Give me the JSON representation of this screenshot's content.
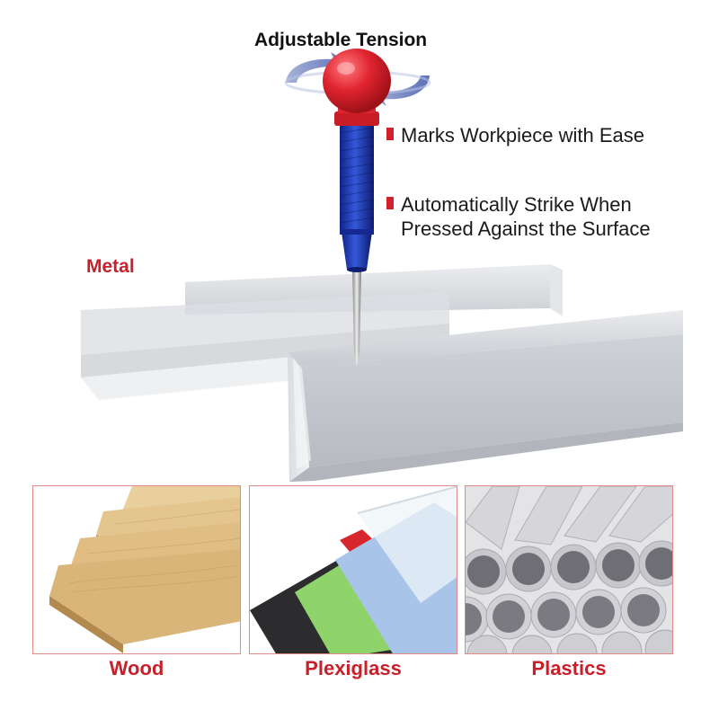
{
  "product": {
    "title": "Adjustable Tension",
    "features": [
      "Marks Workpiece with Ease",
      "Automatically Strike When Pressed Against the Surface"
    ],
    "metal_label": "Metal"
  },
  "materials": [
    {
      "label": "Wood"
    },
    {
      "label": "Plexiglass"
    },
    {
      "label": "Plastics"
    }
  ],
  "colors": {
    "accent_red": "#c8202a",
    "punch_blue": "#1f3fb8",
    "knob_red": "#e0242f",
    "metal_silver": "#c9ccd1"
  },
  "icons": {
    "rotation": "rotate-arrows-icon",
    "bullet": "red-square-bullet"
  }
}
